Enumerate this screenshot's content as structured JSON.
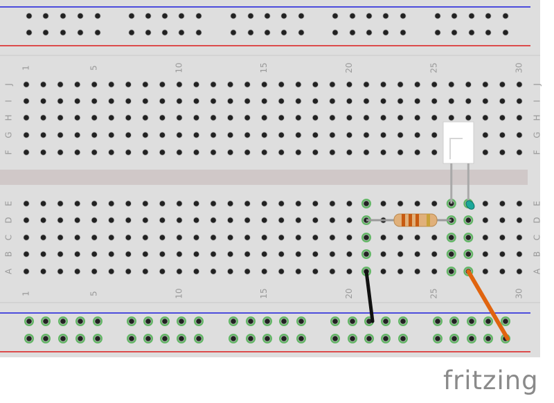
{
  "brand": {
    "logo_text": "fritzing"
  },
  "breadboard": {
    "columns": 30,
    "column_numbers": [
      "1",
      "5",
      "10",
      "15",
      "20",
      "25",
      "30"
    ],
    "top_rows": [
      "J",
      "I",
      "H",
      "G",
      "F"
    ],
    "bottom_rows": [
      "E",
      "D",
      "C",
      "B",
      "A"
    ],
    "colors": {
      "board": "#dedede",
      "hole": "#222222",
      "hole_ring": "#bdbdbd",
      "connected": "#4caf50",
      "blue_rail": "#1a1adc",
      "red_rail": "#dc1a1a",
      "divider": "#d0c8c8",
      "label": "#9a9a9a"
    }
  },
  "components": {
    "led": {
      "name": "led",
      "color": "#ffffff"
    },
    "resistor": {
      "name": "resistor",
      "bands": [
        "#c75a10",
        "#c75a10",
        "#c75a10"
      ],
      "body": "#e0b07a"
    },
    "black_wire": {
      "name": "black-wire",
      "color": "#111111"
    },
    "orange_wire": {
      "name": "orange-wire",
      "color": "#e0640f"
    }
  }
}
